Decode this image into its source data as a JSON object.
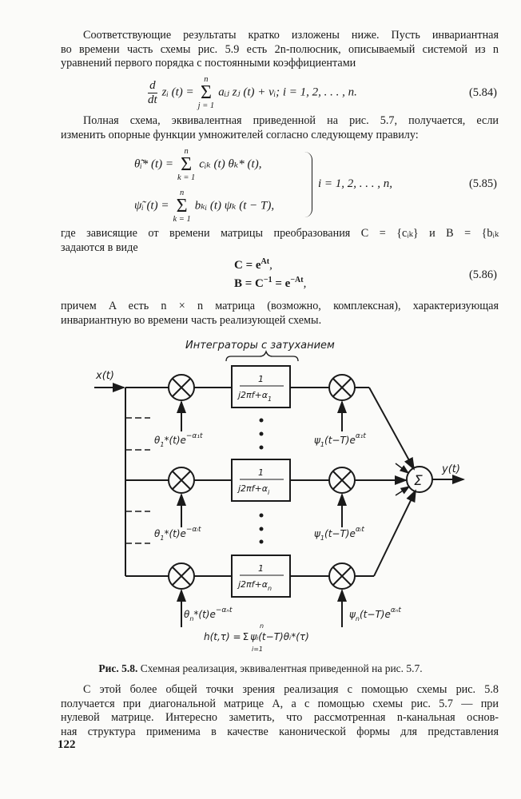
{
  "paragraph1": {
    "lines": [
      "Соответствующие результаты кратко изложены ниже. Пусть инвариантная",
      "во времени часть схемы рис. 5.9 есть 2n-полюсник, описываемый системой из n",
      "уравнений первого порядка с постоянными коэффициентами"
    ]
  },
  "eq584": {
    "num": "d",
    "den": "dt",
    "left": "zᵢ (t) =",
    "upper": "n",
    "lower": "j = 1",
    "right": "aᵢⱼ zⱼ (t) + vᵢ;   i = 1,  2, . . . ,  n.",
    "number": "(5.84)"
  },
  "paragraph2": {
    "lines": [
      "Полная схема, эквивалентная приведенной на рис. 5.7, получается, если",
      "изменить опорные функции умножителей согласно следующему правилу:"
    ]
  },
  "eq585": {
    "line1": {
      "left": "θ̃ᵢ* (t) =",
      "upper": "n",
      "lower": "k = 1",
      "right": "cᵢₖ (t) θₖ* (t),"
    },
    "line2": {
      "left": "ψ̃ᵢ (t) =",
      "upper": "n",
      "lower": "k = 1",
      "right": "bₖᵢ (t) ψₖ (t − T),"
    },
    "condition": "i = 1,  2, . . . ,  n,",
    "number": "(5.85)"
  },
  "paragraph3": {
    "lines": [
      "где зависящие от времени матрицы преобразования C = {cᵢₖ} и  B = {bᵢₖ",
      "задаются в виде"
    ]
  },
  "eq586": {
    "line1": {
      "a": "C = e",
      "sup": "At",
      "end": ","
    },
    "line2": {
      "a": "B = C",
      "sup1": "−1",
      "b": " = e",
      "sup2": "−At",
      "end": ","
    },
    "number": "(5.86)"
  },
  "paragraph4": {
    "lines": [
      "причем  A есть n × n матрица (возможно, комплексная),  характеризующая",
      "инвариантную во времени часть реализующей схемы."
    ]
  },
  "diagram": {
    "group_label": "Интеграторы с затуханием",
    "input": "x(t)",
    "output": "y(t)",
    "sum_symbol": "Σ",
    "boxes": [
      {
        "num": "1",
        "den": "j2πf+α",
        "sub": "1"
      },
      {
        "num": "1",
        "den": "j2πf+α",
        "sub": "i"
      },
      {
        "num": "1",
        "den": "j2πf+α",
        "sub": "n"
      }
    ],
    "left_refs": [
      {
        "a": "θ",
        "sub": "1",
        "b": "*(t)e",
        "sup": "−α₁t"
      },
      {
        "a": "θ",
        "sub": "1",
        "b": "*(t)e",
        "sup": "−αᵢt"
      },
      {
        "a": "θ",
        "sub": "n",
        "b": "*(t)e",
        "sup": "−αₙt"
      }
    ],
    "right_refs": [
      {
        "a": "ψ",
        "sub": "1",
        "b": "(t−T)e",
        "sup": "α₁t"
      },
      {
        "a": "ψ",
        "sub": "1",
        "b": "(t−T)e",
        "sup": "αᵢt"
      },
      {
        "a": "ψ",
        "sub": "n",
        "b": "(t−T)e",
        "sup": "αₙt"
      }
    ],
    "formula": {
      "a": "h(t,τ) =",
      "sig": "Σ",
      "upper": "n",
      "lower": "i=1",
      "b": "ψᵢ(t−T)θᵢ*(τ)"
    }
  },
  "caption": {
    "label": "Рис. 5.8.",
    "text": "Схемная реализация, эквивалентная приведенной на рис. 5.7."
  },
  "paragraph5": {
    "lines": [
      "С этой более общей точки зрения реализация с помощью схемы рис. 5.8",
      "получается при диагональной матрице  A, а с помощью схемы рис. 5.7 — при",
      "нулевой матрице.  Интересно  заметить, что рассмотренная n-канальная основ-",
      "ная структура применима в качестве канонической формы для представления"
    ]
  },
  "page_number": "122"
}
